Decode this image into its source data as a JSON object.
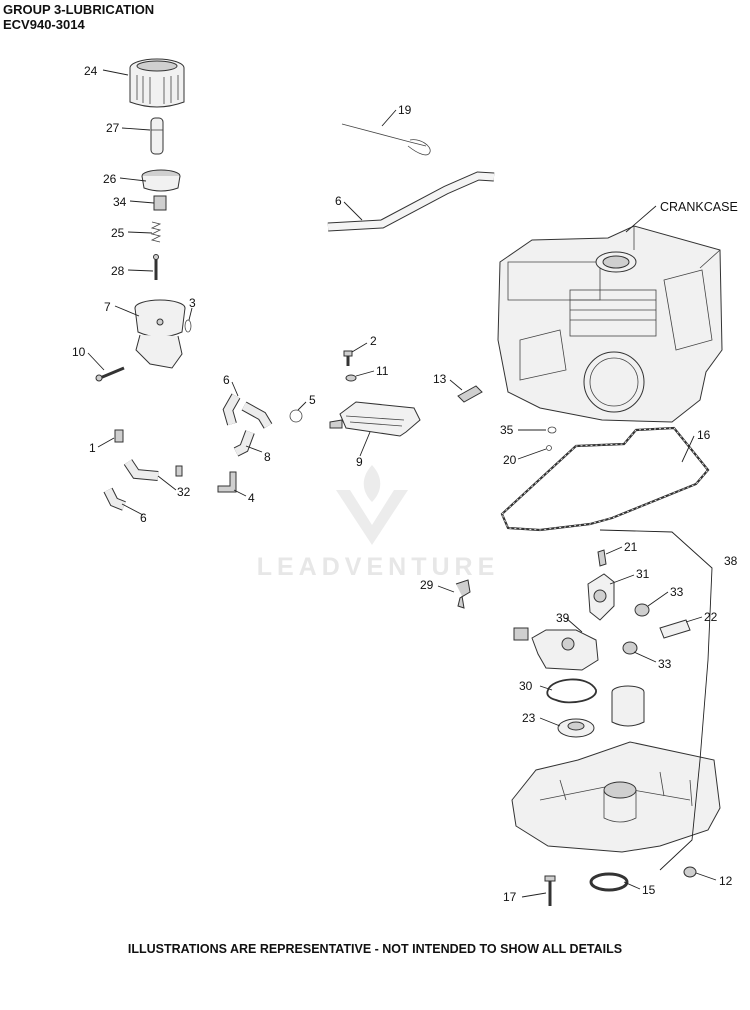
{
  "header": {
    "title": "GROUP 3-LUBRICATION",
    "model": "ECV940-3014"
  },
  "footer": {
    "note": "ILLUSTRATIONS ARE REPRESENTATIVE - NOT INTENDED TO SHOW ALL DETAILS"
  },
  "watermark": {
    "text": "LEADVENTURE"
  },
  "crankcase_label": "CRANKCASE",
  "callouts": [
    "24",
    "27",
    "26",
    "34",
    "25",
    "28",
    "7",
    "3",
    "10",
    "19",
    "6",
    "2",
    "11",
    "13",
    "6",
    "5",
    "8",
    "9",
    "1",
    "32",
    "6",
    "4",
    "35",
    "20",
    "16",
    "21",
    "38",
    "29",
    "31",
    "33",
    "22",
    "39",
    "33",
    "30",
    "23",
    "17",
    "15",
    "12"
  ]
}
